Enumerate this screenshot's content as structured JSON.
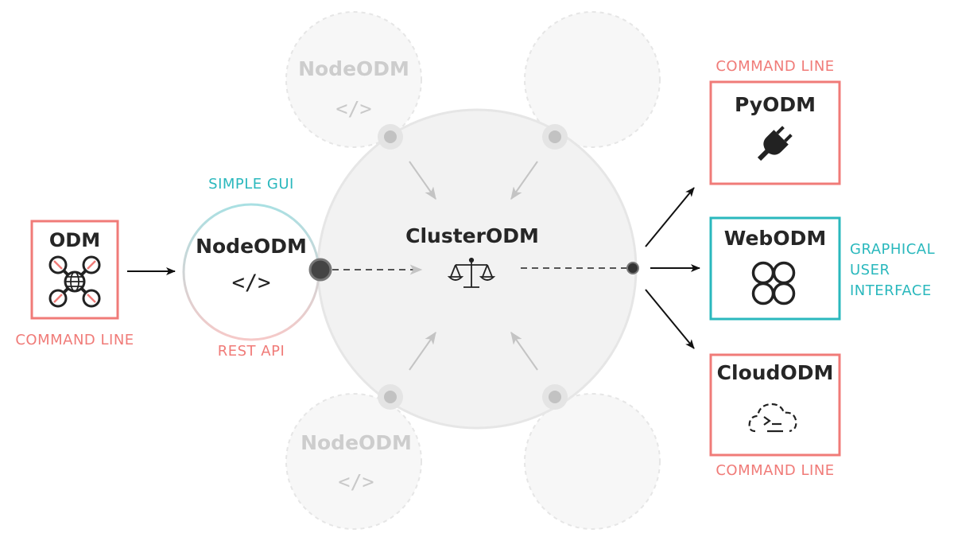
{
  "odm": {
    "title": "ODM",
    "caption": "COMMAND LINE",
    "icon": "drone-icon"
  },
  "nodeodm_main": {
    "title": "NodeODM",
    "caption_top": "SIMPLE GUI",
    "caption_bottom": "REST API",
    "icon": "code-icon"
  },
  "ghost_nodes": [
    {
      "title": "NodeODM",
      "icon": "code-icon"
    },
    {
      "title": "NodeODM",
      "icon": "code-icon"
    }
  ],
  "clusterodm": {
    "title": "ClusterODM",
    "icon": "scales-icon"
  },
  "pyodm": {
    "title": "PyODM",
    "caption": "COMMAND LINE",
    "icon": "plug-icon"
  },
  "webodm": {
    "title": "WebODM",
    "caption_lines": [
      "GRAPHICAL",
      "USER",
      "INTERFACE"
    ],
    "icon": "webodm-logo-icon"
  },
  "cloudodm": {
    "title": "CloudODM",
    "caption": "COMMAND LINE",
    "icon": "cloud-terminal-icon"
  },
  "colors": {
    "command_line": "#f07b78",
    "gui": "#2ab8bd",
    "cluster_fill": "#f2f2f2",
    "ghost": "#cdcdcd"
  }
}
